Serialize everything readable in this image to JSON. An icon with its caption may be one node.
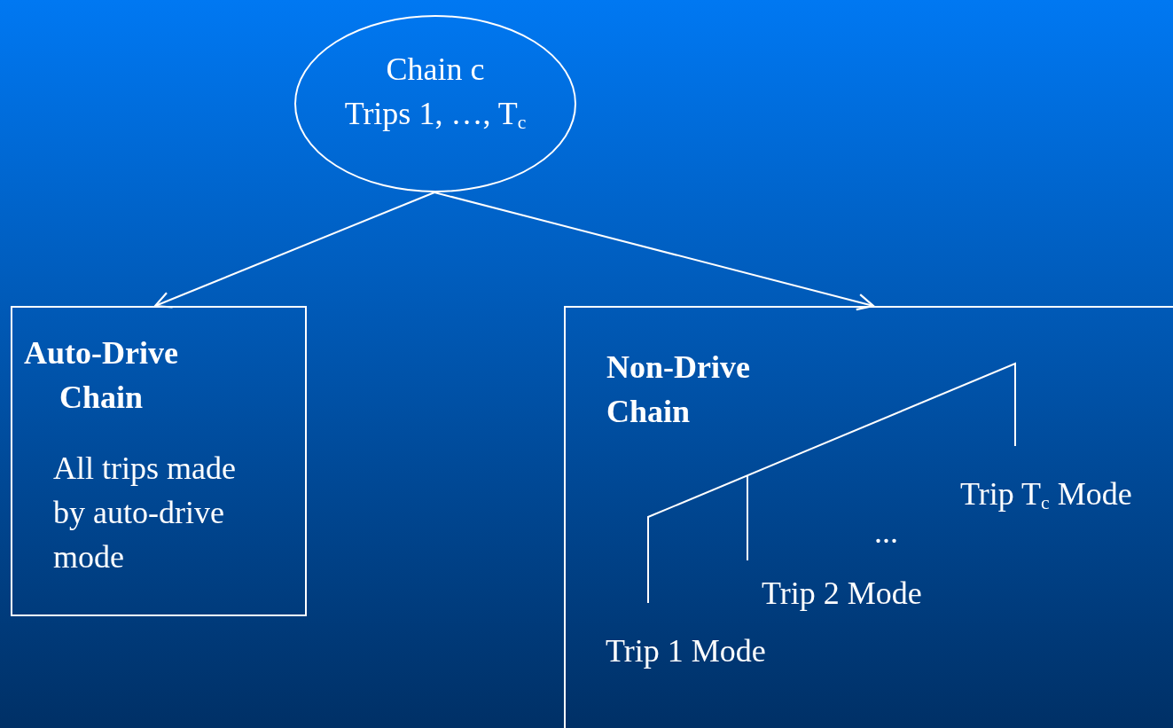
{
  "diagram": {
    "nodes": [
      {
        "text": [
          "Chain c",
          "Trips 1, …, T$_{c}$"
        ]
      },
      {
        "text": [
          "Auto-Drive Chain",
          "All trips made by auto-drive mode"
        ]
      },
      {
        "text": [
          "Non-Drive Chain"
        ]
      }
    ],
    "edges": [
      {
        "from": 0,
        "to": 1,
        "arrow": "to"
      },
      {
        "from": 0,
        "to": 2,
        "arrow": "to"
      }
    ],
    "labels": [
      "Trip T$_{c}$ Mode",
      "...",
      "Trip 2 Mode",
      "Trip 1 Mode"
    ]
  }
}
